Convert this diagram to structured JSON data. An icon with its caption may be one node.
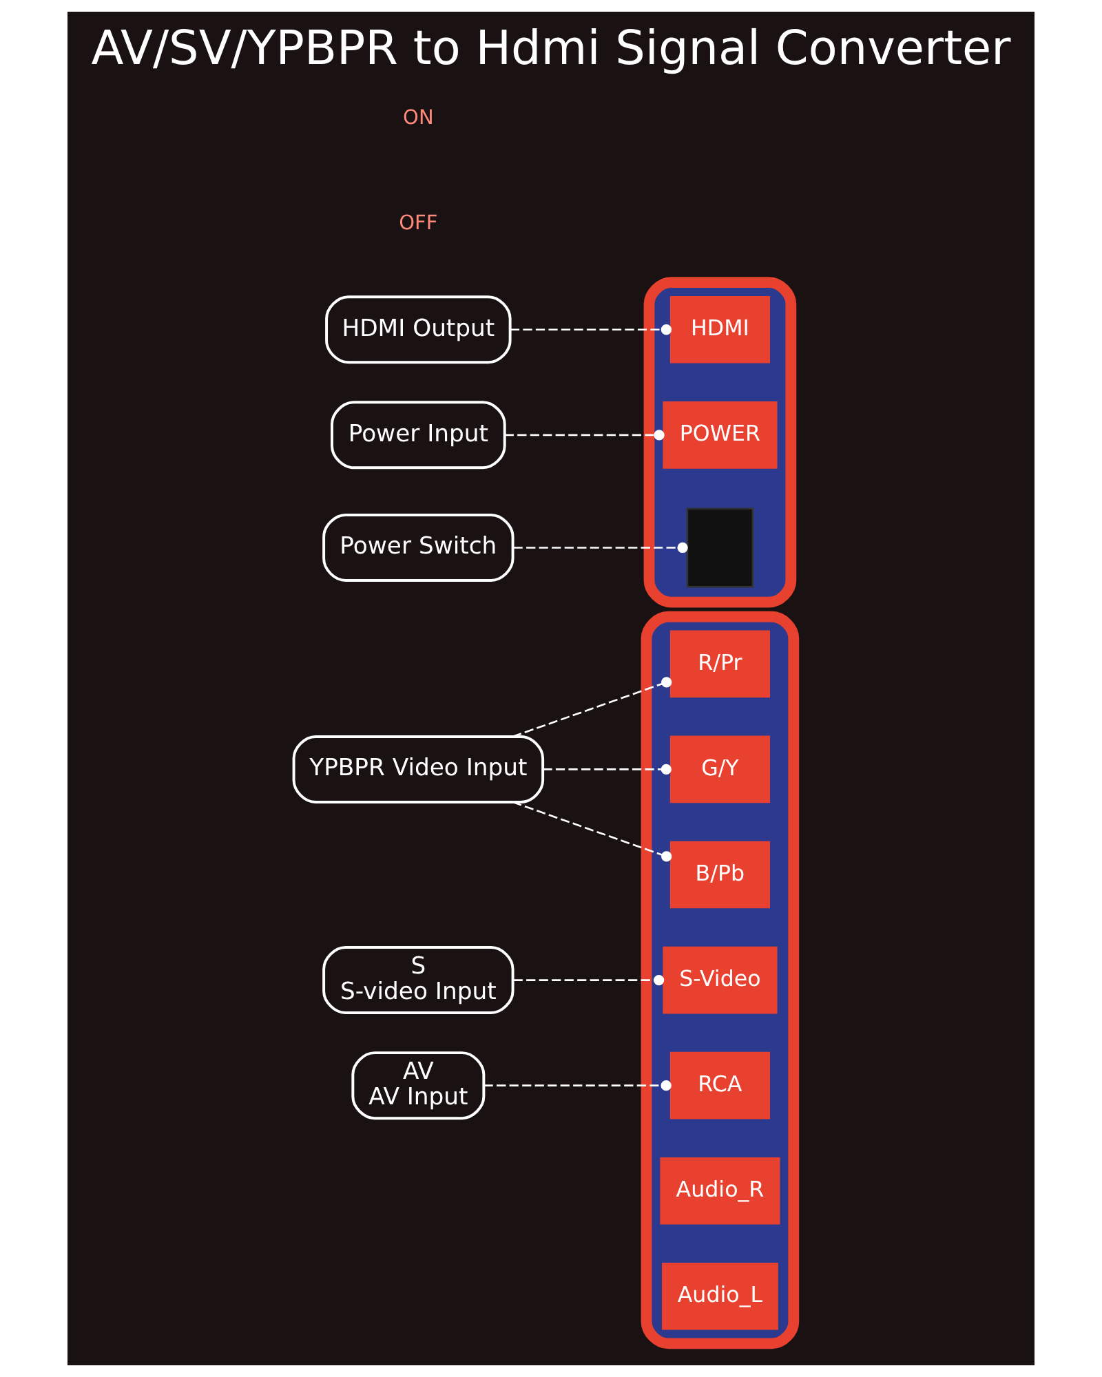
{
  "diagram": {
    "title": "AV/SV/YPBPR to Hdmi Signal Converter",
    "nodes": [
      {
        "text": [
          "YPBPR Video Input"
        ]
      },
      {
        "text": [],
        "shape": "picture"
      },
      {
        "text": [
          "R/Pr"
        ],
        "in": 1
      },
      {
        "text": [
          "G/Y"
        ],
        "in": 1
      },
      {
        "text": [
          "B/Pb"
        ],
        "in": 1
      },
      {
        "text": [
          "S-Video"
        ],
        "in": 1
      },
      {
        "text": [
          "RCA"
        ],
        "in": 1
      },
      {
        "text": [
          "Audio_R"
        ],
        "in": 1
      },
      {
        "text": [
          "Audio_L"
        ],
        "in": 1
      },
      {
        "text": [
          "S",
          "S-video Input"
        ]
      },
      {
        "text": [
          "AV",
          "AV Input"
        ]
      },
      {
        "text": [],
        "shape": "picture"
      },
      {
        "text": [
          "HDMI"
        ],
        "in": 11
      },
      {
        "text": [
          "POWER"
        ],
        "in": 11
      },
      {
        "text": [],
        "shape": "box",
        "in": 11
      },
      {
        "text": [
          "HDMI Output"
        ]
      },
      {
        "text": [
          "Power Input"
        ]
      },
      {
        "text": [
          "Power Switch"
        ]
      }
    ],
    "edges": [
      {
        "from": 0,
        "to": 2,
        "arrow": "other",
        "style": "dashed"
      },
      {
        "from": 0,
        "to": 3,
        "arrow": "other",
        "style": "dashed"
      },
      {
        "from": 0,
        "to": 4,
        "arrow": "other",
        "style": "dashed"
      },
      {
        "from": 9,
        "to": 5,
        "arrow": "other",
        "style": "dashed"
      },
      {
        "from": 10,
        "to": 6,
        "arrow": "other",
        "style": "dashed"
      },
      {
        "from": 15,
        "to": 12,
        "arrow": "other",
        "style": "dashed"
      },
      {
        "from": 16,
        "to": 13,
        "arrow": "other",
        "style": "dashed"
      },
      {
        "from": 17,
        "to": 14,
        "arrow": "other",
        "style": "dashed"
      }
    ],
    "labels": [
      "OFF",
      "ON"
    ]
  }
}
